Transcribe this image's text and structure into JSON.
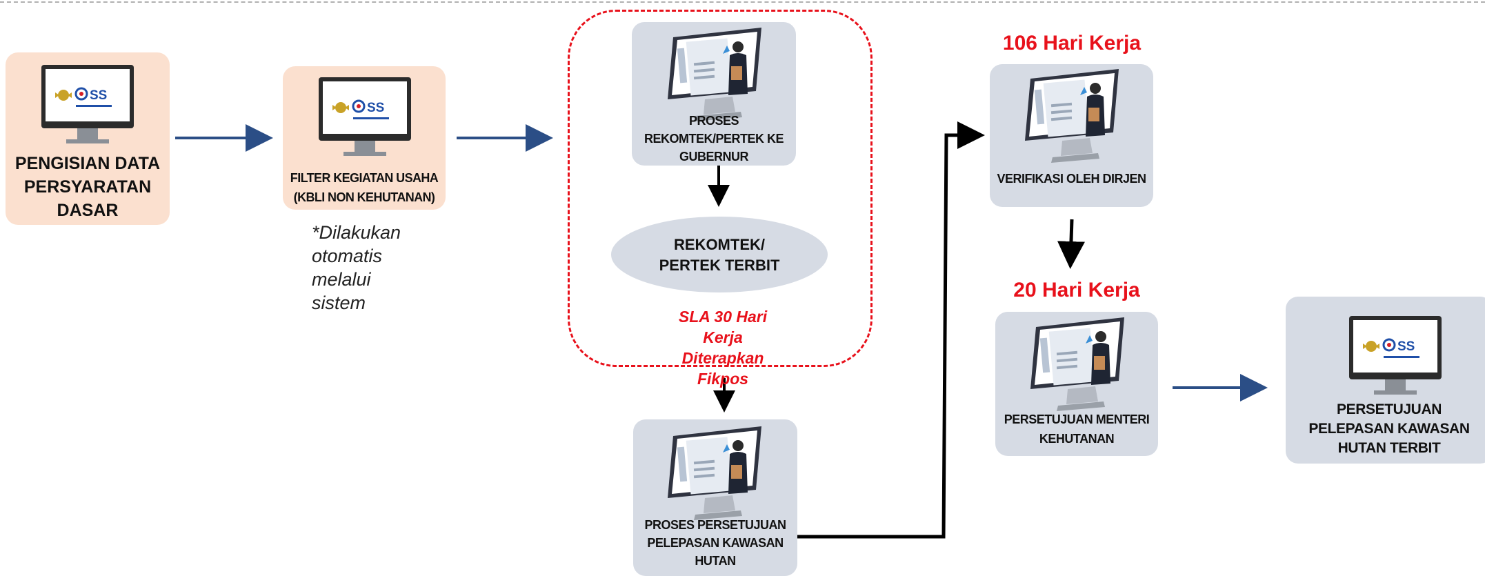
{
  "steps": {
    "s1": {
      "label": "PENGISIAN DATA PERSYARATAN DASAR"
    },
    "s2": {
      "label": "FILTER KEGIATAN USAHA (KBLI NON KEHUTANAN)"
    },
    "s3": {
      "label": "PROSES REKOMTEK/PERTEK KE GUBERNUR"
    },
    "s4": {
      "label": "REKOMTEK/ PERTEK TERBIT"
    },
    "s5": {
      "label": "PROSES PERSETUJUAN PELEPASAN KAWASAN HUTAN"
    },
    "s6": {
      "label": "VERIFIKASI OLEH DIRJEN"
    },
    "s7": {
      "label": "PERSETUJUAN MENTERI KEHUTANAN"
    },
    "s8": {
      "label": "PERSETUJUAN PELEPASAN KAWASAN HUTAN TERBIT"
    }
  },
  "notes": {
    "auto": "*Dilakukan otomatis melalui sistem",
    "sla": "SLA 30 Hari Kerja Diterapkan Fikpos",
    "d106": "106 Hari Kerja",
    "d20": "20 Hari Kerja"
  },
  "logo": {
    "text": "OSS"
  },
  "colors": {
    "peach": "#fbe0cf",
    "grey": "#d6dbe4",
    "red": "#e8111b",
    "arrow_blue": "#2b4e86"
  }
}
